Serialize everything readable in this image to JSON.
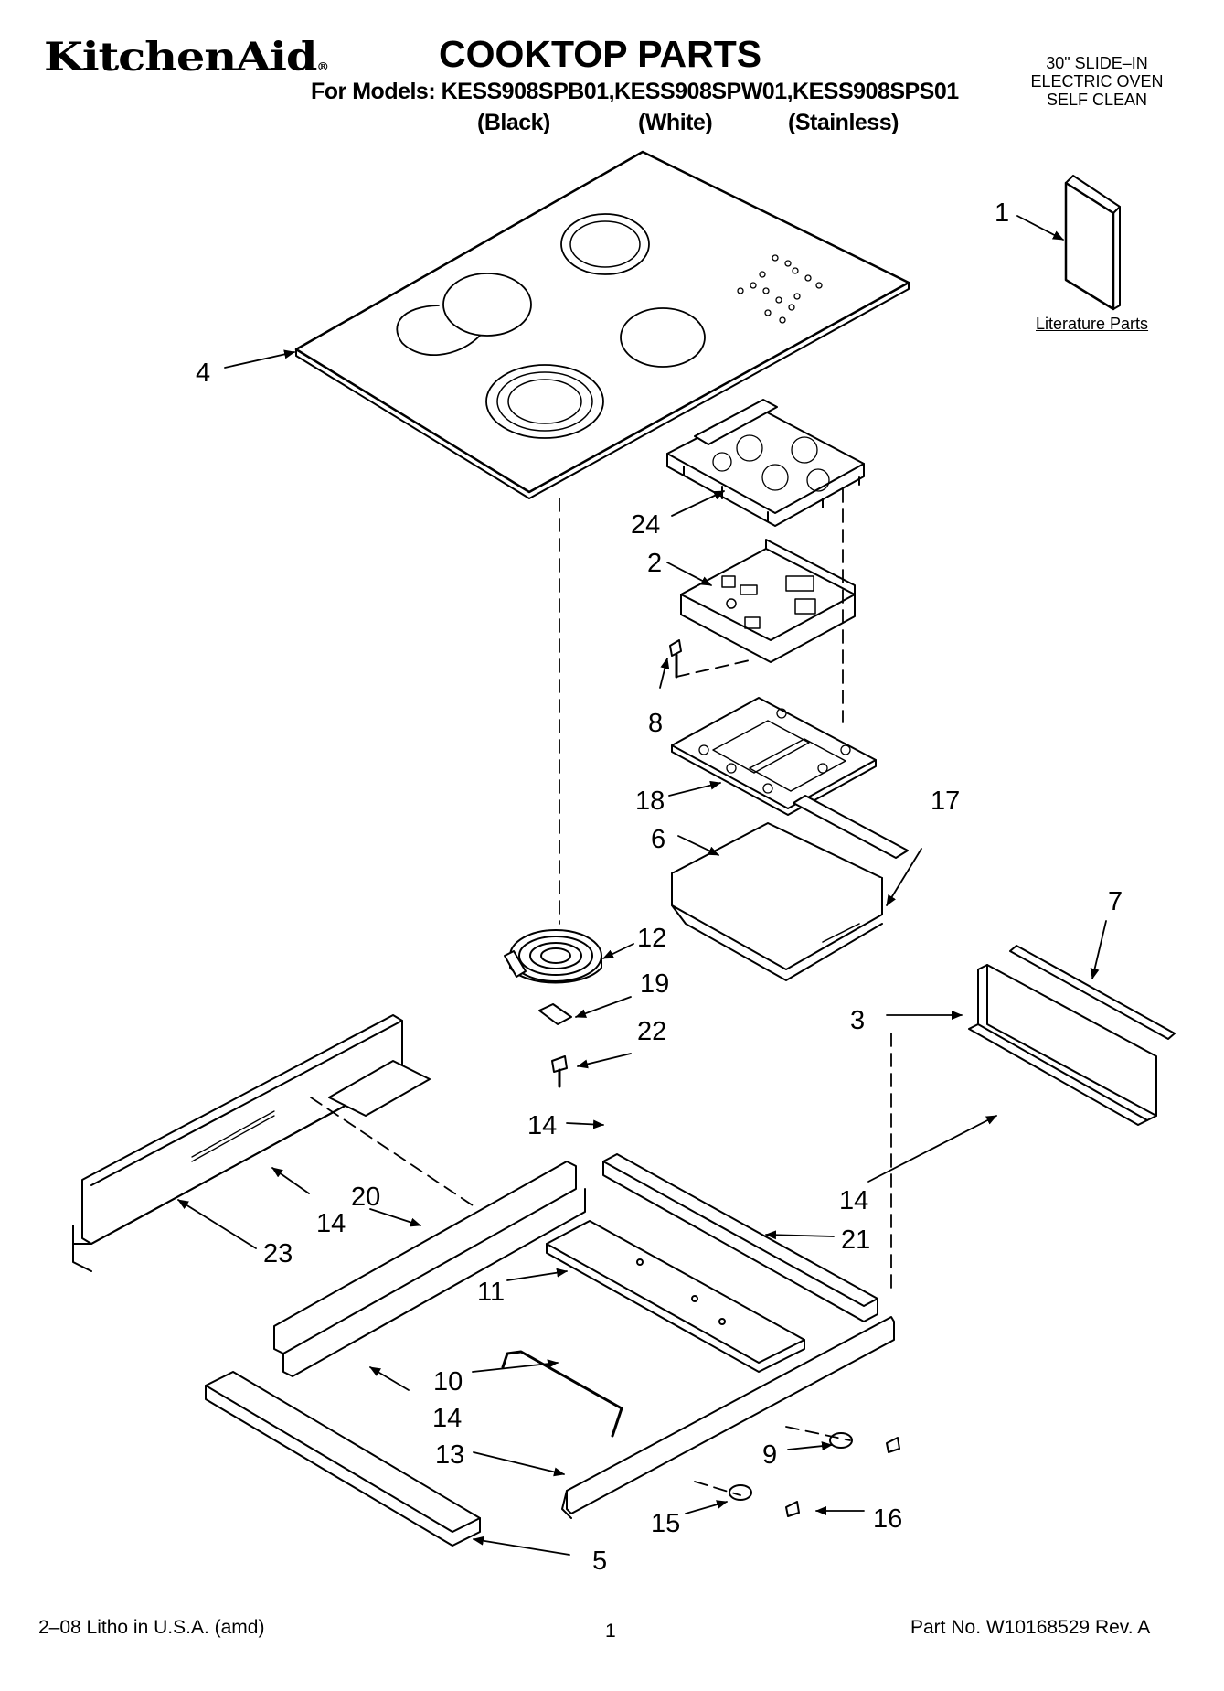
{
  "header": {
    "brand": "KitchenAid",
    "brand_mark": "®",
    "title": "COOKTOP PARTS",
    "models_line": "For Models: KESS908SPB01,KESS908SPW01,KESS908SPS01",
    "variants": [
      "(Black)",
      "(White)",
      "(Stainless)"
    ],
    "side_note": [
      "30\" SLIDE–IN",
      "ELECTRIC OVEN",
      "SELF CLEAN"
    ]
  },
  "labels": {
    "literature": "Literature Parts"
  },
  "callouts": [
    "1",
    "4",
    "24",
    "2",
    "8",
    "18",
    "17",
    "6",
    "12",
    "19",
    "22",
    "7",
    "3",
    "14",
    "14",
    "14",
    "14",
    "20",
    "23",
    "21",
    "11",
    "10",
    "13",
    "9",
    "16",
    "15",
    "5"
  ],
  "footer": {
    "left": "2–08 Litho in U.S.A. (amd)",
    "center": "1",
    "right": "Part No. W10168529 Rev. A"
  }
}
